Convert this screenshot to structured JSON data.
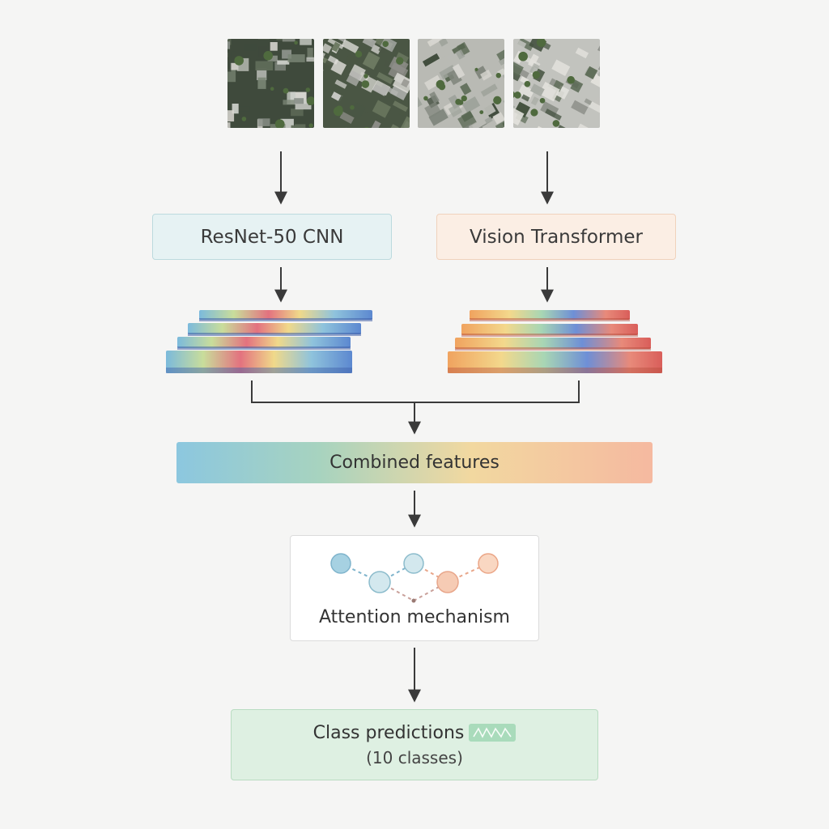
{
  "diagram": {
    "input_tiles": [
      {
        "name": "aerial-image-1",
        "palette": [
          "#8a9088",
          "#c9ccc6",
          "#5f6b58",
          "#d8d6d0",
          "#3f4a3c",
          "#7b8776"
        ]
      },
      {
        "name": "aerial-image-2",
        "palette": [
          "#b3b4b1",
          "#e0dfda",
          "#6d7a62",
          "#8f8f8a",
          "#4a5644",
          "#cfcfca"
        ]
      },
      {
        "name": "aerial-image-3",
        "palette": [
          "#9ea39b",
          "#d6d5cf",
          "#56654f",
          "#7f857c",
          "#b9bab4",
          "#3e4a3a"
        ]
      },
      {
        "name": "aerial-image-4",
        "palette": [
          "#a7aba4",
          "#e3e2dd",
          "#5b6a55",
          "#8a8d86",
          "#c2c3be",
          "#44513f"
        ]
      }
    ],
    "resnet_label": "ResNet-50 CNN",
    "vit_label": "Vision Transformer",
    "combined_label": "Combined features",
    "attention_label": "Attention mechanism",
    "prediction_label": "Class predictions",
    "prediction_sublabel": "(10 classes)",
    "colors": {
      "arrow": "#3a3a3a",
      "resnet_fill": "#e6f2f3",
      "vit_fill": "#fbeee4",
      "prediction_fill": "#def0e2",
      "node_blue": "#a6d1e2",
      "node_light_blue": "#d3e8ee",
      "node_peach": "#f6cbb4",
      "node_orange": "#f9d7c2"
    }
  }
}
